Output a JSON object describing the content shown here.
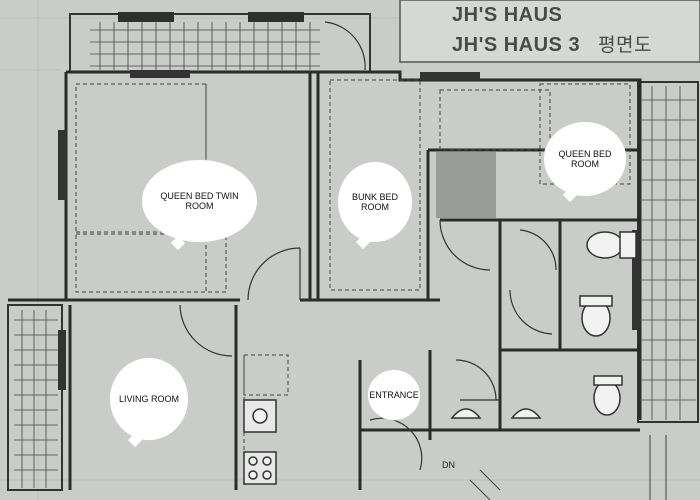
{
  "title": {
    "line1": "JH'S HAUS",
    "line2": "JH'S HAUS 3",
    "subtitle_kr": "평면도"
  },
  "rooms": [
    {
      "id": "queen-twin",
      "label": "QUEEN BED TWIN ROOM"
    },
    {
      "id": "bunk",
      "label": "BUNK BED ROOM"
    },
    {
      "id": "queen",
      "label": "QUEEN BED ROOM"
    },
    {
      "id": "living",
      "label": "LIVING ROOM"
    },
    {
      "id": "entrance",
      "label": "ENTRANCE"
    }
  ],
  "stair_label": "DN",
  "colors": {
    "background": "#c9ccc9",
    "wall": "#2b2b2b",
    "line": "#4a4a4a",
    "bubble": "#ffffff"
  }
}
